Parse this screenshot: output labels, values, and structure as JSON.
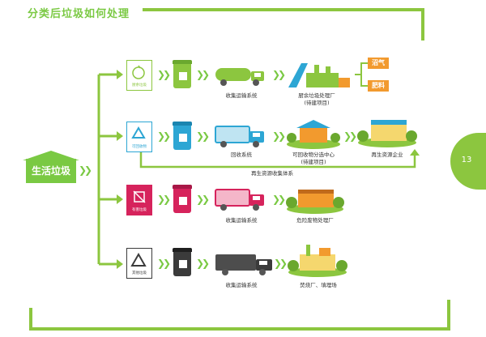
{
  "header": {
    "title": "分类后垃圾如何处理"
  },
  "page_number": "13",
  "root": {
    "label": "生活垃圾"
  },
  "rows": [
    {
      "id": "kitchen",
      "color": "#8cc63f",
      "sign_label": "厨余垃圾",
      "transport_label": "收集运输系统",
      "facility_label": "厨余垃圾处理厂\n(待建项目)",
      "outputs": [
        "沼气",
        "肥料"
      ]
    },
    {
      "id": "recyclable",
      "color": "#2da6d4",
      "sign_label": "可回收物",
      "transport_label": "回收系统",
      "facility_label": "可回收物分选中心\n(待建项目)",
      "enterprise_label": "再生资源企业",
      "loop_label": "再生资源收集体系"
    },
    {
      "id": "hazardous",
      "color": "#d6235c",
      "sign_label": "有害垃圾",
      "transport_label": "收集运输系统",
      "facility_label": "危险废物处理厂"
    },
    {
      "id": "other",
      "color": "#3b3b3b",
      "sign_label": "其他垃圾",
      "transport_label": "收集运输系统",
      "facility_label": "焚烧厂、填埋场"
    }
  ]
}
